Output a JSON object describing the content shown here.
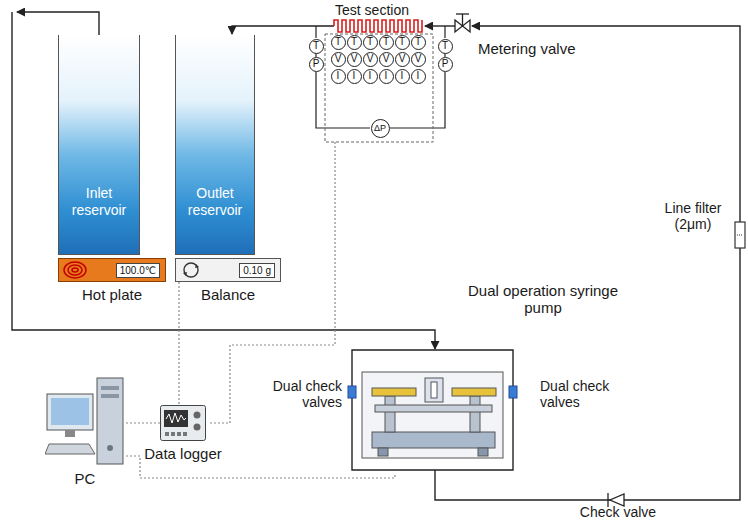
{
  "diagram": {
    "nodes": [
      {
        "text": [
          "Inlet reservoir"
        ]
      },
      {
        "text": [
          "100.0℃",
          "Hot plate"
        ]
      },
      {
        "text": [
          "Outlet reservoir"
        ]
      },
      {
        "text": [
          "0.10 g",
          "Balance"
        ]
      },
      {
        "text": [
          "T"
        ]
      },
      {
        "text": [
          "P"
        ]
      },
      {
        "text": [
          "T"
        ]
      },
      {
        "text": [
          "T"
        ]
      },
      {
        "text": [
          "T"
        ]
      },
      {
        "text": [
          "T"
        ]
      },
      {
        "text": [
          "T"
        ]
      },
      {
        "text": [
          "T"
        ]
      },
      {
        "text": [
          "V"
        ]
      },
      {
        "text": [
          "V"
        ]
      },
      {
        "text": [
          "V"
        ]
      },
      {
        "text": [
          "V"
        ]
      },
      {
        "text": [
          "V"
        ]
      },
      {
        "text": [
          "V"
        ]
      },
      {
        "text": [
          "I"
        ]
      },
      {
        "text": [
          "I"
        ]
      },
      {
        "text": [
          "I"
        ]
      },
      {
        "text": [
          "I"
        ]
      },
      {
        "text": [
          "I"
        ]
      },
      {
        "text": [
          "I"
        ]
      },
      {
        "text": [
          "T"
        ]
      },
      {
        "text": [
          "P"
        ]
      },
      {
        "text": [
          "ΔP"
        ]
      },
      {
        "text": [
          "PC"
        ]
      },
      {
        "text": [
          "Data logger"
        ]
      }
    ],
    "edges": [
      {
        "from": 28,
        "to": 27,
        "arrow": "none"
      },
      {
        "from": 3,
        "to": 28,
        "arrow": "none"
      }
    ],
    "labels": [
      "Test section",
      "Metering valve",
      "Line filter (2μm)",
      "Dual operation syringe pump",
      "Dual check valves",
      "Dual check valves",
      "Check valve"
    ]
  }
}
